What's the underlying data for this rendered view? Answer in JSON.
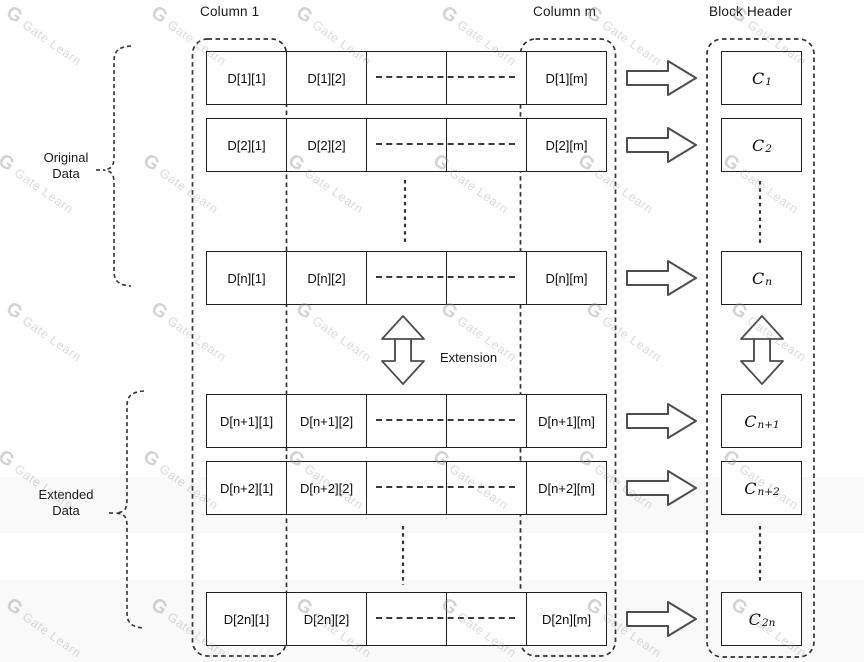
{
  "headers": {
    "column1": "Column 1",
    "columnm": "Column m",
    "block_header": "Block Header"
  },
  "side_labels": {
    "original": {
      "line1": "Original",
      "line2": "Data"
    },
    "extended": {
      "line1": "Extended",
      "line2": "Data"
    }
  },
  "extension_label": "Extension",
  "rows": [
    {
      "c1": "D[1][1]",
      "c2": "D[1][2]",
      "cm": "D[1][m]"
    },
    {
      "c1": "D[2][1]",
      "c2": "D[2][2]",
      "cm": "D[2][m]"
    },
    {
      "c1": "D[n][1]",
      "c2": "D[n][2]",
      "cm": "D[n][m]"
    },
    {
      "c1": "D[n+1][1]",
      "c2": "D[n+1][2]",
      "cm": "D[n+1][m]"
    },
    {
      "c1": "D[n+2][1]",
      "c2": "D[n+2][2]",
      "cm": "D[n+2][m]"
    },
    {
      "c1": "D[2n][1]",
      "c2": "D[2n][2]",
      "cm": "D[2n][m]"
    }
  ],
  "blocks": [
    {
      "base": "C",
      "sub": "1"
    },
    {
      "base": "C",
      "sub": "2"
    },
    {
      "base": "C",
      "sub": "n"
    },
    {
      "base": "C",
      "sub": "n+1"
    },
    {
      "base": "C",
      "sub": "n+2"
    },
    {
      "base": "C",
      "sub": "2n"
    }
  ],
  "watermark": {
    "logo": "G",
    "text": "Gate Learn"
  },
  "colors": {
    "line": "#1f1f1f",
    "dashed_line": "#333333",
    "arrow_outline": "#4d4d4d",
    "background": "#ffffff"
  }
}
